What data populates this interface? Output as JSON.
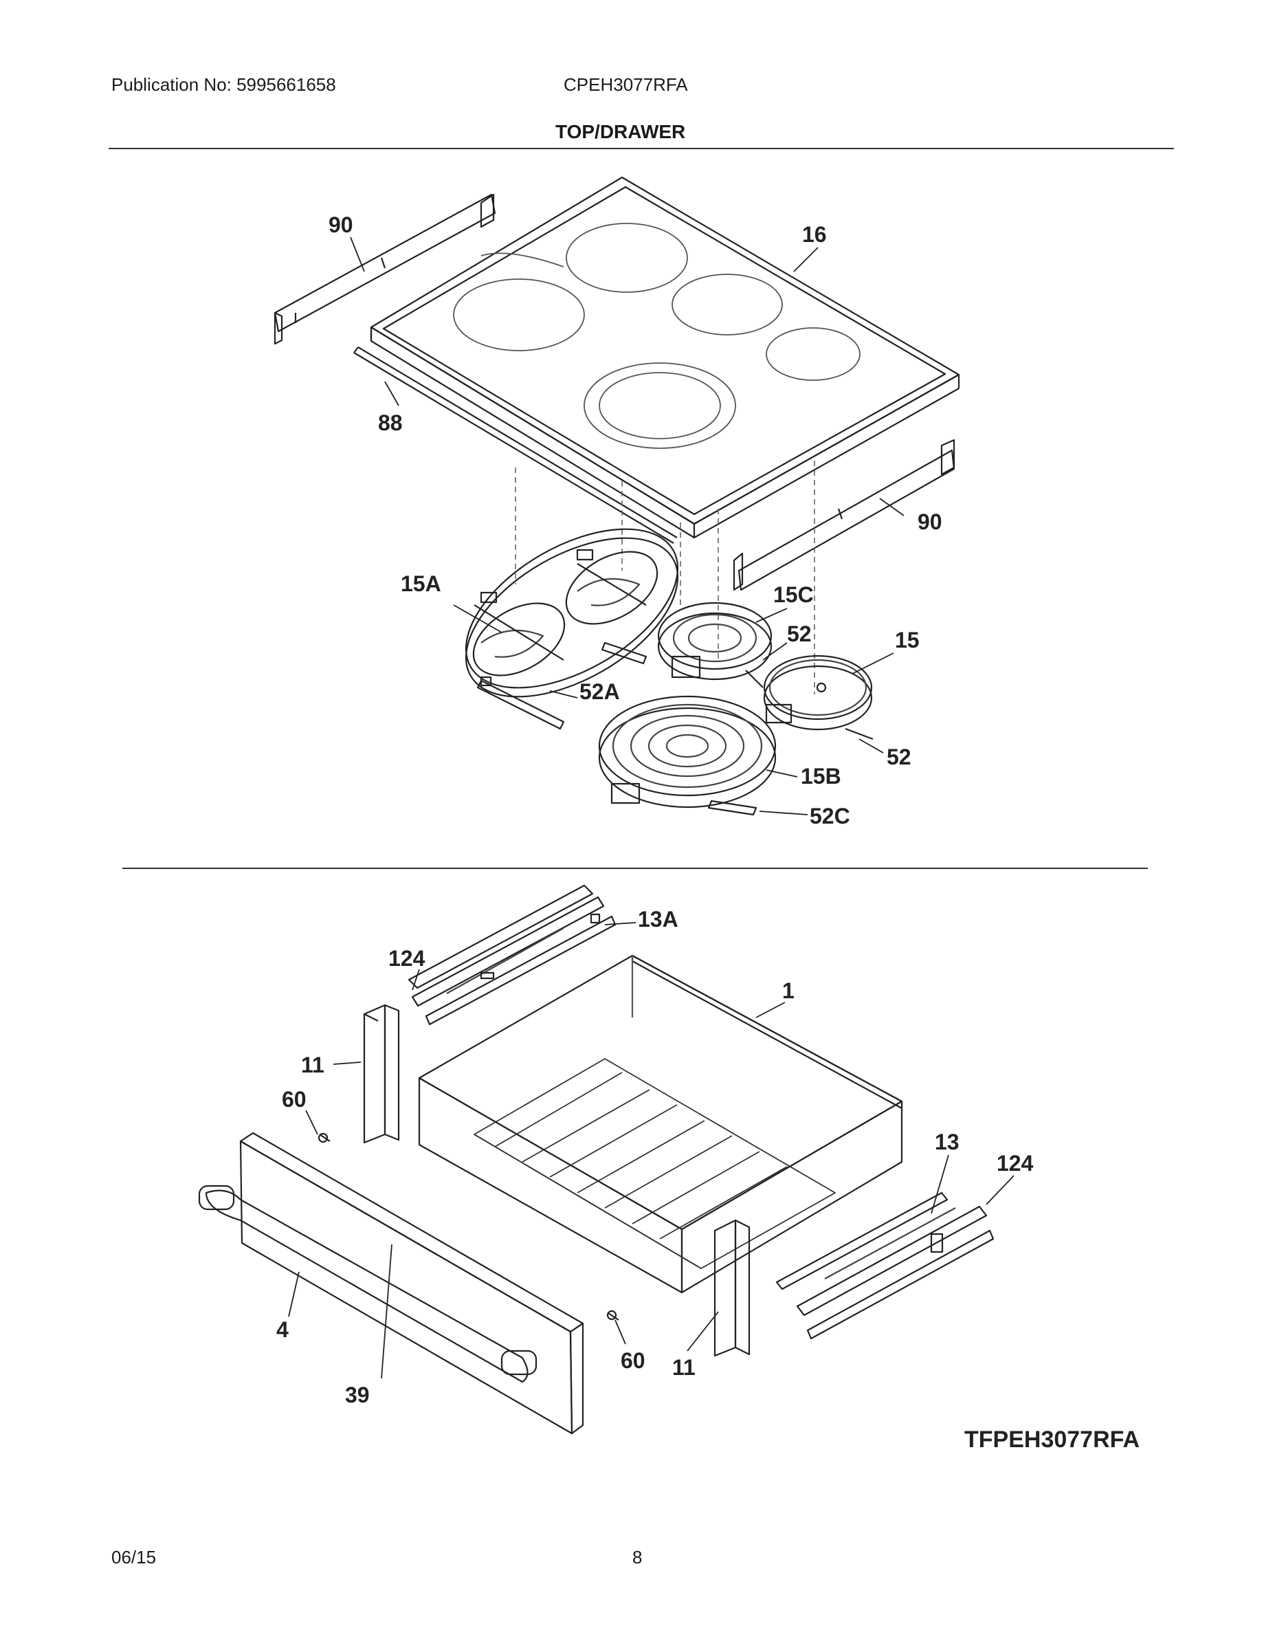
{
  "header": {
    "publication": "Publication No: 5995661658",
    "model": "CPEH3077RFA",
    "section_title": "TOP/DRAWER"
  },
  "callouts": {
    "c90a": "90",
    "c16": "16",
    "c88": "88",
    "c90b": "90",
    "c15A": "15A",
    "c15C": "15C",
    "c52a": "52",
    "c15": "15",
    "c52A": "52A",
    "c52b": "52",
    "c15B": "15B",
    "c52C": "52C",
    "c13A": "13A",
    "c124a": "124",
    "c1": "1",
    "c11a": "11",
    "c60a": "60",
    "c13": "13",
    "c124b": "124",
    "c4": "4",
    "c60b": "60",
    "c11b": "11",
    "c39": "39"
  },
  "diagram_code": "TFPEH3077RFA",
  "footer": {
    "date": "06/15",
    "page": "8"
  }
}
